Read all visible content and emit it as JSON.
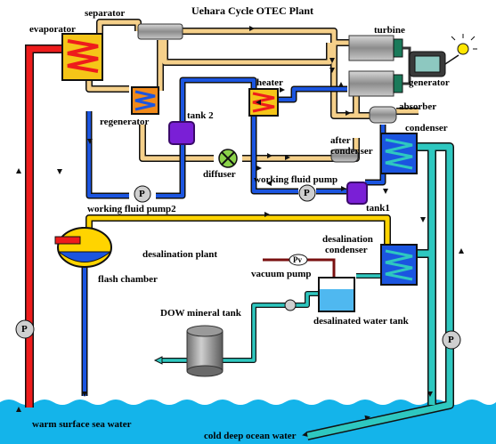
{
  "title": "Uehara Cycle OTEC Plant",
  "labels": {
    "evaporator": "evaporator",
    "separator": "separator",
    "turbine": "turbine",
    "generator": "generator",
    "heater": "heater",
    "regenerator": "regenerator",
    "tank2": "tank 2",
    "absorber": "absorber",
    "condenser": "condenser",
    "after_condenser_1": "after",
    "after_condenser_2": "condenser",
    "diffuser": "diffuser",
    "working_fluid_pump": "working fluid pump",
    "tank1": "tank1",
    "working_fluid_pump2": "working fluid pump2",
    "desalination_plant": "desalination plant",
    "desal_condenser_1": "desalination",
    "desal_condenser_2": "condenser",
    "vacuum_pump": "vacuum pump",
    "flash_chamber": "flash chamber",
    "dow_mineral_tank": "DOW mineral tank",
    "desalinated_water_tank": "desalinated water tank",
    "warm_surface_sea_water": "warm surface sea water",
    "cold_deep_ocean_water": "cold deep ocean water"
  },
  "symbols": {
    "pump": "P",
    "vacuum_pump": "Pv"
  },
  "colors": {
    "warm_pipe": "#ee1c1c",
    "vapor_pipe": "#f5d08a",
    "liquid_pipe": "#1b55e0",
    "cold_pipe": "#2ec8c0",
    "desal_pipe": "#ffd400",
    "sea": "#14b4ea",
    "heat_exchanger": "#f5c518",
    "tank": "#7a1fd6"
  }
}
